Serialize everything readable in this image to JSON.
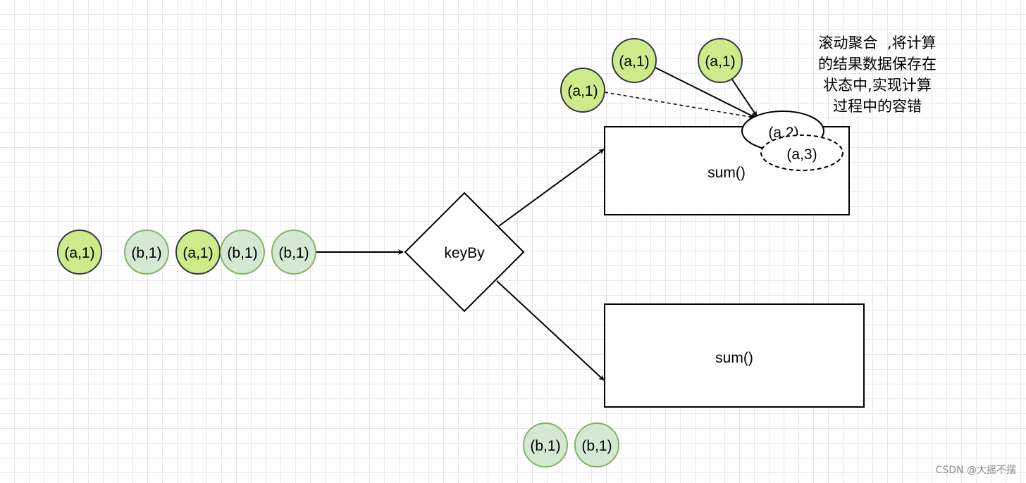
{
  "colors": {
    "a_fill": "#cdeb8b",
    "a_stroke": "#36393d",
    "b_fill": "#d5e8d4",
    "b_stroke": "#82b366",
    "line": "#000000",
    "grid": "#e6e6e6"
  },
  "nodes": {
    "input_a1": "(a,1)",
    "input_b1": "(b,1)",
    "input_a2": "(a,1)",
    "input_b2": "(b,1)",
    "input_b3": "(b,1)",
    "keyby": "keyBy",
    "sum_top": "sum()",
    "sum_bottom": "sum()",
    "state_old": "(a,2)",
    "state_new": "(a,3)",
    "incoming_a_left": "(a,1)",
    "incoming_a_mid": "(a,1)",
    "incoming_a_right": "(a,1)",
    "bottom_b1": "(b,1)",
    "bottom_b2": "(b,1)"
  },
  "annotation": [
    "滚动聚合  ,将计算",
    "的结果数据保存在",
    "状态中,实现计算",
    "过程中的容错"
  ],
  "watermark": "CSDN @大摇不摆"
}
